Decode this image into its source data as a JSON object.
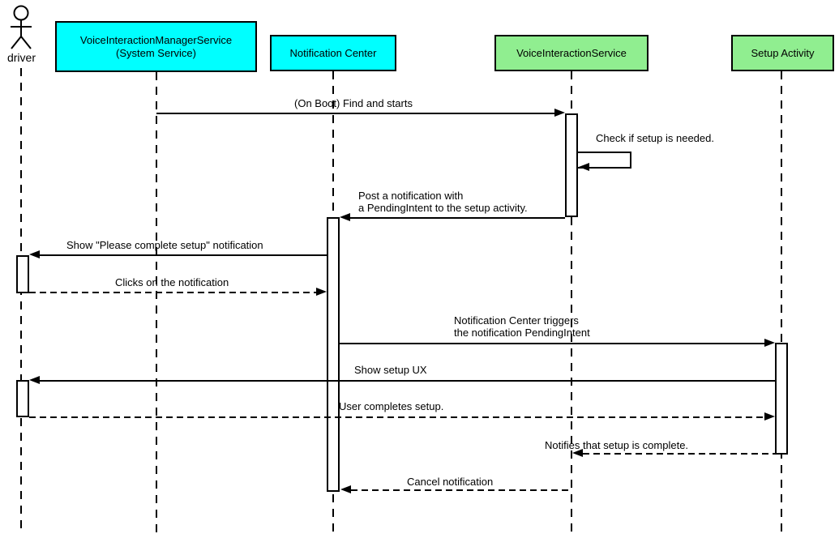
{
  "diagram": {
    "type": "uml-sequence-diagram",
    "background": "#ffffff",
    "colors": {
      "participant_cyan": "#00ffff",
      "participant_green": "#90ee90",
      "line": "#000000",
      "text": "#000000",
      "activation_fill": "#ffffff"
    },
    "actor": {
      "label": "driver"
    },
    "participants": [
      {
        "id": "voice-interaction-manager-service",
        "color": "cyan",
        "lines": [
          "VoiceInteractionManagerService",
          "(System Service)"
        ]
      },
      {
        "id": "notification-center",
        "color": "cyan",
        "lines": [
          "Notification Center"
        ]
      },
      {
        "id": "voice-interaction-service",
        "color": "green",
        "lines": [
          "VoiceInteractionService"
        ]
      },
      {
        "id": "setup-activity",
        "color": "green",
        "lines": [
          "Setup Activity"
        ]
      }
    ],
    "messages": [
      {
        "from": "VoiceInteractionManagerService",
        "to": "VoiceInteractionService",
        "style": "solid",
        "label": "(On Boot) Find and starts"
      },
      {
        "from": "VoiceInteractionService",
        "to": "VoiceInteractionService",
        "style": "solid",
        "label": "Check if setup is needed."
      },
      {
        "from": "VoiceInteractionService",
        "to": "Notification Center",
        "style": "solid",
        "lines": [
          "Post a notification with",
          "a PendingIntent to the setup activity."
        ]
      },
      {
        "from": "Notification Center",
        "to": "driver",
        "style": "solid",
        "label": "Show \"Please complete setup\" notification"
      },
      {
        "from": "driver",
        "to": "Notification Center",
        "style": "dashed",
        "label": "Clicks on the notification"
      },
      {
        "from": "Notification Center",
        "to": "Setup Activity",
        "style": "solid",
        "lines": [
          "Notification Center triggers",
          "the notification PendingIntent"
        ]
      },
      {
        "from": "Setup Activity",
        "to": "driver",
        "style": "solid",
        "label": "Show setup UX"
      },
      {
        "from": "driver",
        "to": "Setup Activity",
        "style": "dashed",
        "label": "User completes setup."
      },
      {
        "from": "Setup Activity",
        "to": "VoiceInteractionService",
        "style": "dashed",
        "label": "Notifies that setup is complete."
      },
      {
        "from": "VoiceInteractionService",
        "to": "Notification Center",
        "style": "dashed",
        "label": "Cancel notification"
      }
    ]
  }
}
